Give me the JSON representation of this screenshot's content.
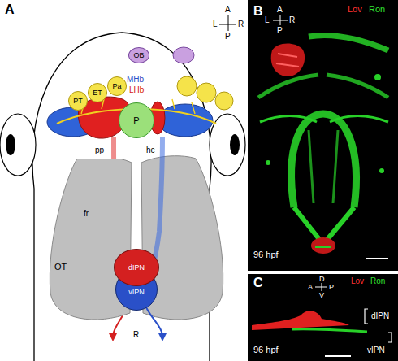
{
  "diagram": {
    "nodes": [
      {
        "text": [
          "OB"
        ]
      },
      {
        "text": [
          "PT"
        ]
      },
      {
        "text": [
          "ET"
        ]
      },
      {
        "text": [
          "Pa"
        ]
      },
      {
        "text": [
          "P"
        ]
      },
      {
        "text": [
          "OT"
        ]
      },
      {
        "text": [
          "dIPN"
        ]
      },
      {
        "text": [
          "vIPN"
        ]
      }
    ],
    "labels": [
      "A",
      "A",
      "L",
      "R",
      "P",
      "MHb",
      "LHb",
      "pp",
      "hc",
      "fr",
      "R",
      "B",
      "A",
      "L",
      "R",
      "P",
      "Lov",
      "Ron",
      "96 hpf",
      "C",
      "D",
      "A",
      "P",
      "V",
      "Lov",
      "Ron",
      "96 hpf",
      "dIPN",
      "vIPN"
    ]
  }
}
